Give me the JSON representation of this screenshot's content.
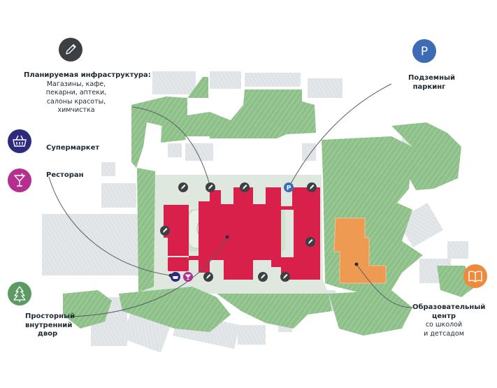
{
  "labels": {
    "infra": {
      "title": "Планируемая инфраструктура:",
      "lines": [
        "Магазины, кафе,",
        "пекарни, аптеки,",
        "салоны красоты,",
        "химчистка"
      ]
    },
    "parking": {
      "lines": [
        "Подземный",
        "паркинг"
      ],
      "icon_text": "P"
    },
    "supermarket": {
      "text": "Супермаркет"
    },
    "restaurant": {
      "text": "Ресторан"
    },
    "courtyard": {
      "lines": [
        "Просторный",
        "внутренний",
        "двор"
      ]
    },
    "education": {
      "title": "Образовательный",
      "lines": [
        "центр",
        "со школой",
        "и детсадом"
      ]
    }
  },
  "icons": {
    "infra": {
      "name": "pencil-icon",
      "color": "#3c4043"
    },
    "parking": {
      "name": "parking-icon",
      "color": "#3d6bb5"
    },
    "supermarket": {
      "name": "basket-icon",
      "color": "#2e2a7d"
    },
    "restaurant": {
      "name": "cocktail-icon",
      "color": "#b52f8f"
    },
    "courtyard": {
      "name": "tree-icon",
      "color": "#5b9a63"
    },
    "education": {
      "name": "book-icon",
      "color": "#ef8a3c"
    }
  },
  "colors": {
    "residential": "#d8204a",
    "education_building": "#ef9a52",
    "green": "#8fc08b",
    "neighbor_building": "#d9dde0",
    "leader_line": "#5a5f63"
  }
}
